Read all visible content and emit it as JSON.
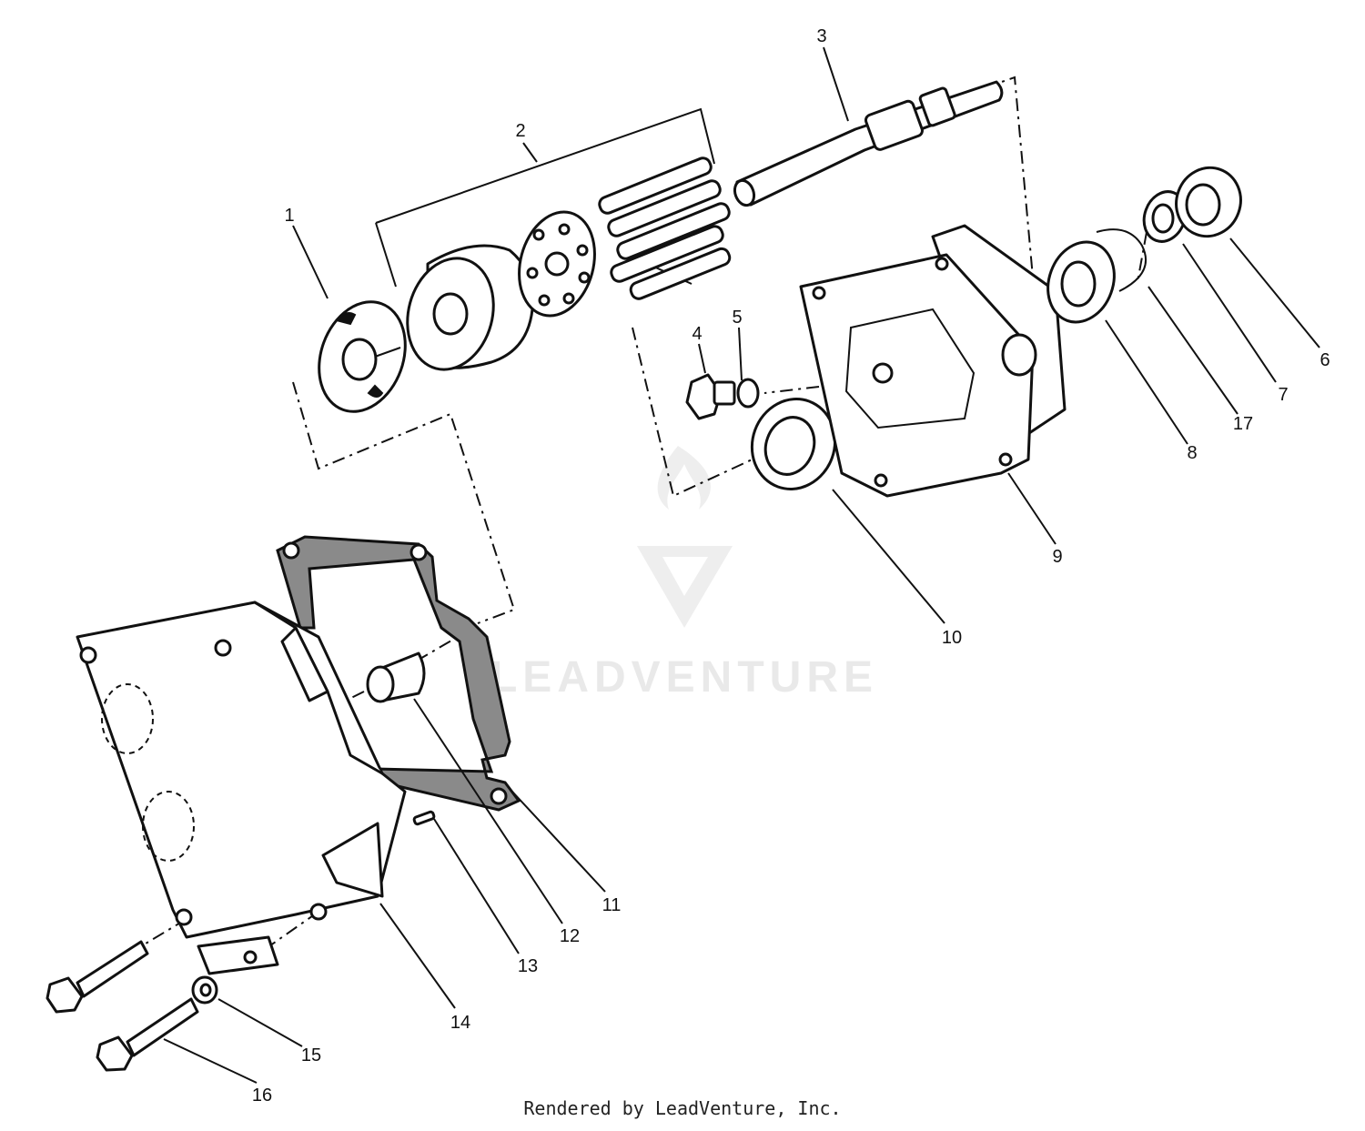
{
  "diagram": {
    "callouts": [
      {
        "id": "1",
        "label": "1"
      },
      {
        "id": "2",
        "label": "2"
      },
      {
        "id": "3",
        "label": "3"
      },
      {
        "id": "4",
        "label": "4"
      },
      {
        "id": "5",
        "label": "5"
      },
      {
        "id": "6",
        "label": "6"
      },
      {
        "id": "7",
        "label": "7"
      },
      {
        "id": "17",
        "label": "17"
      },
      {
        "id": "8",
        "label": "8"
      },
      {
        "id": "9",
        "label": "9"
      },
      {
        "id": "10",
        "label": "10"
      },
      {
        "id": "11",
        "label": "11"
      },
      {
        "id": "12",
        "label": "12"
      },
      {
        "id": "13",
        "label": "13"
      },
      {
        "id": "14",
        "label": "14"
      },
      {
        "id": "15",
        "label": "15"
      },
      {
        "id": "16",
        "label": "16"
      }
    ]
  },
  "watermark": {
    "text": "LEADVENTURE",
    "color": "#e9e9e9"
  },
  "footer": {
    "credit": "Rendered by LeadVenture, Inc."
  }
}
